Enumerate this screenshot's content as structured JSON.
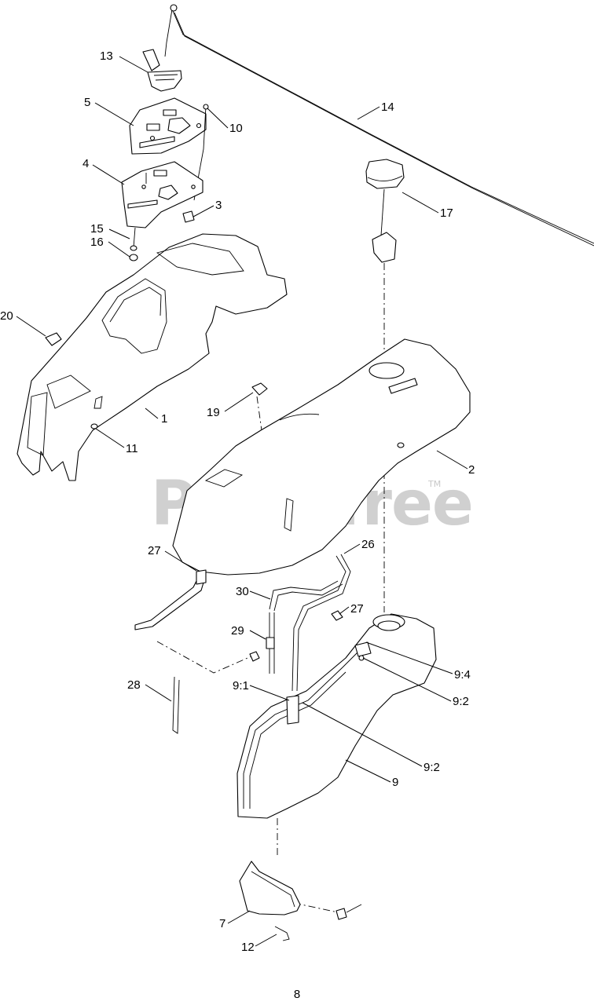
{
  "watermark": {
    "text": "PartsTree",
    "trademark": "TM"
  },
  "callouts": [
    {
      "id": "c13",
      "text": "13"
    },
    {
      "id": "c5",
      "text": "5"
    },
    {
      "id": "c10",
      "text": "10"
    },
    {
      "id": "c14",
      "text": "14"
    },
    {
      "id": "c4",
      "text": "4"
    },
    {
      "id": "c3",
      "text": "3"
    },
    {
      "id": "c17",
      "text": "17"
    },
    {
      "id": "c15",
      "text": "15"
    },
    {
      "id": "c16",
      "text": "16"
    },
    {
      "id": "c20",
      "text": "20"
    },
    {
      "id": "c1",
      "text": "1"
    },
    {
      "id": "c11",
      "text": "11"
    },
    {
      "id": "c19",
      "text": "19"
    },
    {
      "id": "c2",
      "text": "2"
    },
    {
      "id": "c27a",
      "text": "27"
    },
    {
      "id": "c26",
      "text": "26"
    },
    {
      "id": "c30",
      "text": "30"
    },
    {
      "id": "c27b",
      "text": "27"
    },
    {
      "id": "c29",
      "text": "29"
    },
    {
      "id": "c9_4",
      "text": "9:4"
    },
    {
      "id": "c9_1",
      "text": "9:1"
    },
    {
      "id": "c9_2a",
      "text": "9:2"
    },
    {
      "id": "c28",
      "text": "28"
    },
    {
      "id": "c9_2b",
      "text": "9:2"
    },
    {
      "id": "c9",
      "text": "9"
    },
    {
      "id": "c7",
      "text": "7"
    },
    {
      "id": "c12",
      "text": "12"
    }
  ],
  "page": {
    "number": "8"
  }
}
